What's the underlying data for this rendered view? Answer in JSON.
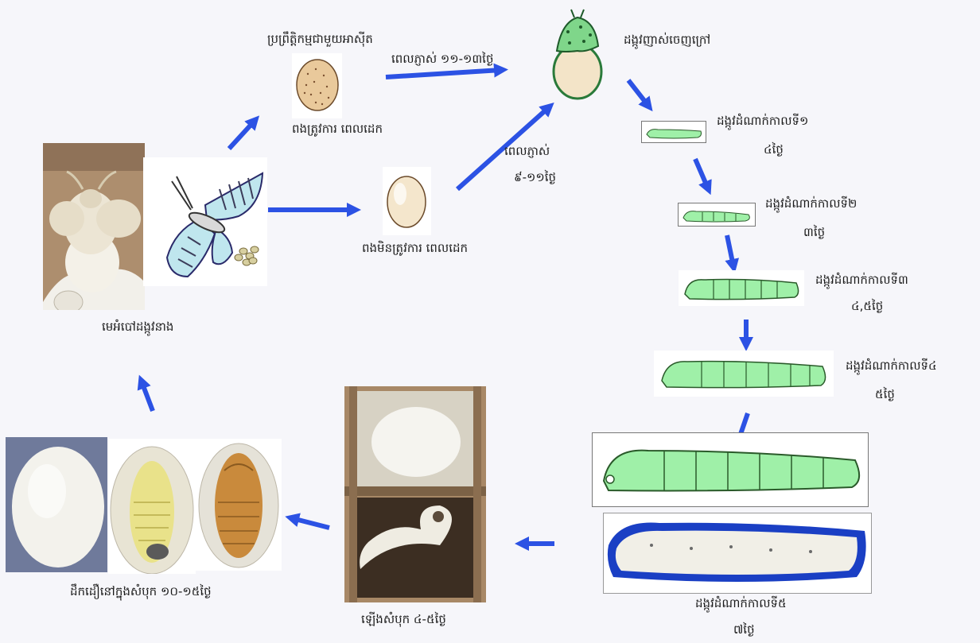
{
  "colors": {
    "arrow": "#2c52e4",
    "background": "#f6f6fa",
    "larva_green": "#9ff0a8",
    "larva_outline": "#2a5a2a",
    "egg": "#f3e4c8",
    "egg_dotted": "#e7c79a",
    "silkworm_white": "#f1efe7",
    "silkworm_halo": "#1a3fc4",
    "cocoon": "#f3f2ec",
    "pupa": "#c98a3c",
    "box_wood": "#b08e6e"
  },
  "labels": {
    "hibernating_egg": "ប្រព្រឹត្តិកម្មជាមួយអាស៊ីត",
    "hibernating_egg_caption": "ពងត្រូវការ ពេលដេក",
    "non_hibernating_egg_caption": "ពងមិនត្រូវការ ពេលដេក",
    "hatch_time_top": "ពេលភ្ញាស់ ១១-១៣ថ្ងៃ",
    "hatch_time_mid_1": "ពេលភ្ញាស់",
    "hatch_time_mid_2": "៩-១១ថ្ងៃ",
    "hatching_larva": "ដង្កូវញាស់ចេញក្រៅ",
    "instar1_1": "ដង្កូវដំណាក់កាលទី១",
    "instar1_2": "៤ថ្ងៃ",
    "instar2_1": "ដង្កូវដំណាក់កាលទី២",
    "instar2_2": "៣ថ្ងៃ",
    "instar3_1": "ដង្កូវដំណាក់កាលទី៣",
    "instar3_2": "៤,៥ថ្ងៃ",
    "instar4_1": "ដង្កូវដំណាក់កាលទី៤",
    "instar4_2": "៥ថ្ងៃ",
    "instar5_1": "ដង្កូវដំណាក់កាលទី៥",
    "instar5_2": "៧ថ្ងៃ",
    "spinning": "ឡើងសំបុក ៤-៥ថ្ងៃ",
    "pupa": "ដឹកដឿនៅក្នុងសំបុក ១០-១៥ថ្ងៃ",
    "moth": "មេអំបៅដង្កូវនាង"
  }
}
